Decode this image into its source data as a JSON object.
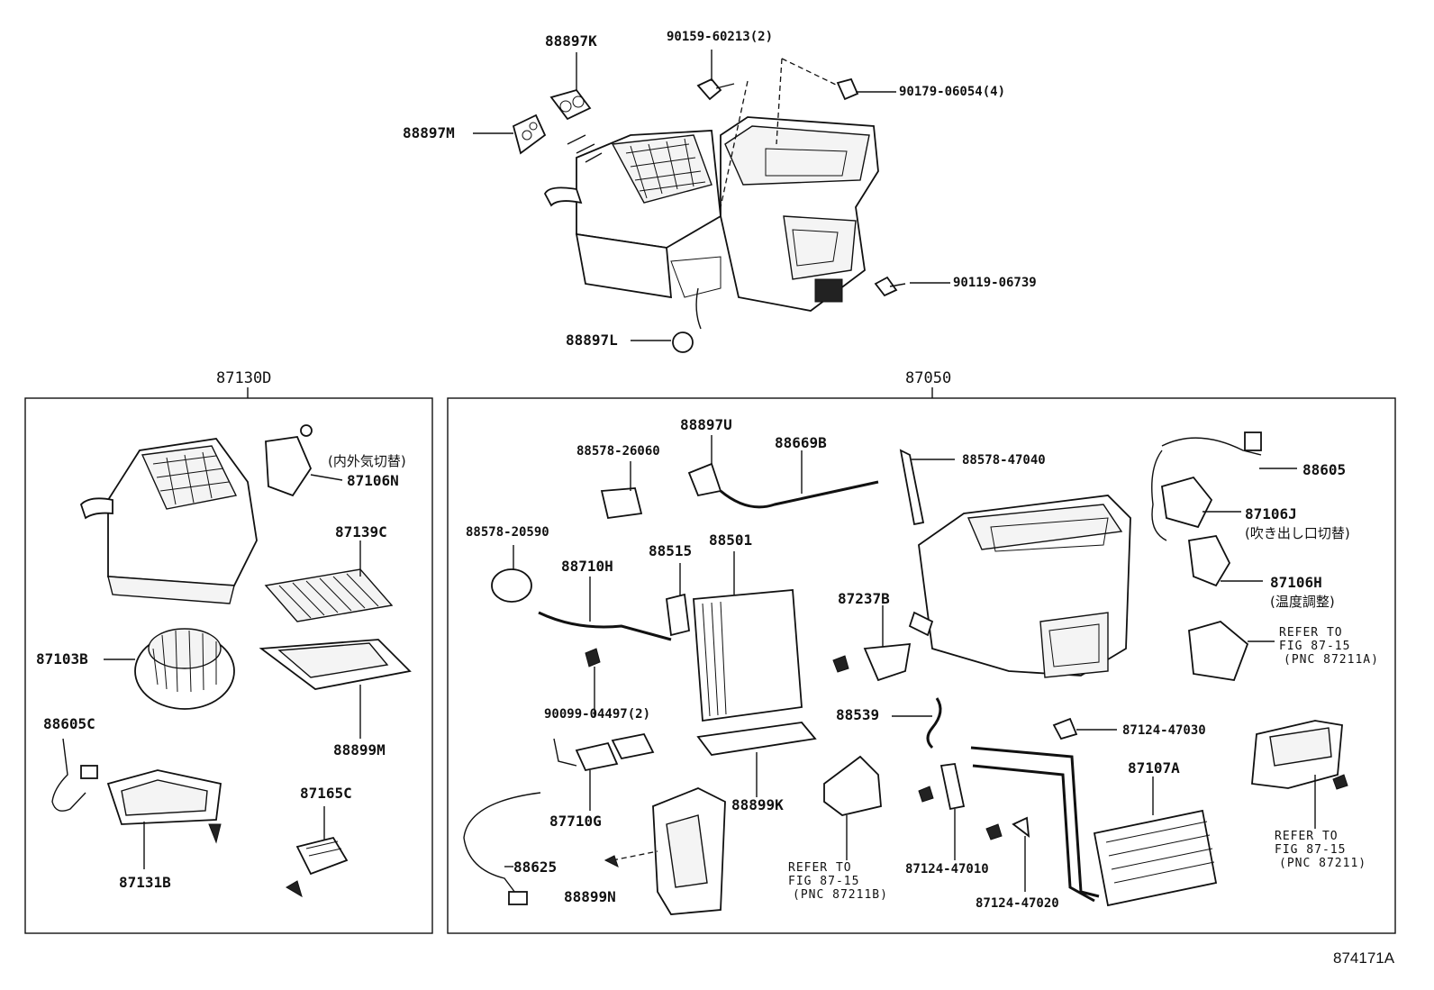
{
  "diagram_id": "874171A",
  "sections": {
    "left_box_title": "87130D",
    "right_box_title": "87050"
  },
  "labels": {
    "p88897K": "88897K",
    "p90159": "90159-60213(2)",
    "p90179": "90179-06054(4)",
    "p88897M": "88897M",
    "p90119": "90119-06739",
    "p88897L": "88897L",
    "p87106N": "87106N",
    "p87106N_jp": "(内外気切替)",
    "p87139C": "87139C",
    "p87103B": "87103B",
    "p88899M": "88899M",
    "p88605C": "88605C",
    "p87165C": "87165C",
    "p87131B": "87131B",
    "p88897U": "88897U",
    "p88578_26060": "88578-26060",
    "p88669B": "88669B",
    "p88578_47040": "88578-47040",
    "p88605": "88605",
    "p87106J": "87106J",
    "p87106J_jp": "(吹き出し口切替)",
    "p88578_20590": "88578-20590",
    "p88501": "88501",
    "p88710H": "88710H",
    "p88515": "88515",
    "p87237B": "87237B",
    "p87106H": "87106H",
    "p87106H_jp": "(温度調整)",
    "p90099": "90099-04497(2)",
    "p88539": "88539",
    "p87124_47030": "87124-47030",
    "p87710G": "87710G",
    "p88899K": "88899K",
    "p87107A": "87107A",
    "p88625": "88625",
    "p88899N": "88899N",
    "p87124_47010": "87124-47010",
    "p87124_47020": "87124-47020"
  },
  "notes": {
    "ref_a": [
      "REFER TO",
      "FIG 87-15",
      "(PNC 87211A)"
    ],
    "ref_b": [
      "REFER TO",
      "FIG 87-15",
      "(PNC 87211B)"
    ],
    "ref_c": [
      "REFER TO",
      "FIG 87-15",
      "(PNC 87211)"
    ]
  }
}
